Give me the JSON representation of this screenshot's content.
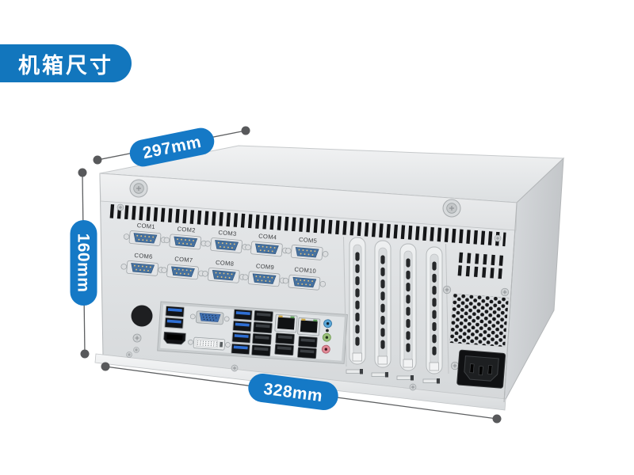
{
  "badge": {
    "label": "机箱尺寸"
  },
  "dimensions": {
    "depth_label": "297mm",
    "height_label": "160mm",
    "width_label": "328mm"
  },
  "com_ports": {
    "row1": [
      "COM1",
      "COM2",
      "COM3",
      "COM4",
      "COM5"
    ],
    "row2": [
      "COM6",
      "COM7",
      "COM8",
      "COM9",
      "COM10"
    ]
  },
  "colors": {
    "badge_blue": "#1276bd",
    "pill_blue": "#1579c6",
    "dimension_dot_gray": "#58595b",
    "chassis_light_gray": "#e6e8ea",
    "chassis_side_gray": "#c9ccce",
    "vga_blue": "#3f6fb0",
    "audio_line_in": "#5aa7d8",
    "audio_line_out": "#9cc07c",
    "audio_mic": "#e08a96"
  }
}
